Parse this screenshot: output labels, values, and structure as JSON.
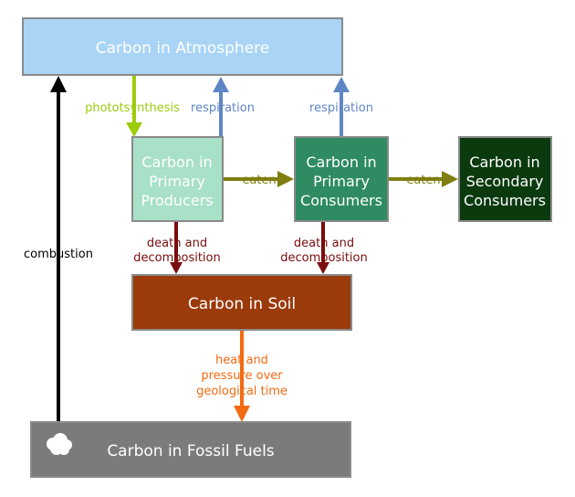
{
  "nodes": {
    "atmosphere": "Carbon in Atmosphere",
    "producers": [
      "Carbon in",
      "Primary",
      "Producers"
    ],
    "primary_consumers": [
      "Carbon in",
      "Primary",
      "Consumers"
    ],
    "secondary_consumers": [
      "Carbon in",
      "Secondary",
      "Consumers"
    ],
    "soil": "Carbon in Soil",
    "fossil_fuels": "Carbon in Fossil Fuels"
  },
  "edges": {
    "photosynthesis": "phototsynthesis",
    "respiration_producers": "respiration",
    "respiration_consumers": "respiration",
    "eaten_1": "eaten",
    "eaten_2": "eaten",
    "decomposition_producers": [
      "death and",
      "decomposition"
    ],
    "decomposition_consumers": [
      "death and",
      "decomposition"
    ],
    "geological": [
      "heat and",
      "pressure over",
      "geological time"
    ],
    "combustion": "combustion"
  },
  "colors": {
    "atmosphere": "#a9d4f5",
    "producers": "#a8e0c8",
    "primary_consumers": "#2e8b62",
    "secondary_consumers": "#0b3a0f",
    "soil": "#9b3a0b",
    "fossil_fuels": "#7b7b7b",
    "photosynthesis": "#9ccc0c",
    "respiration": "#5f86c4",
    "eaten": "#7f7f10",
    "decomposition": "#7a0c0c",
    "geological": "#f26a12",
    "combustion": "#000000"
  }
}
